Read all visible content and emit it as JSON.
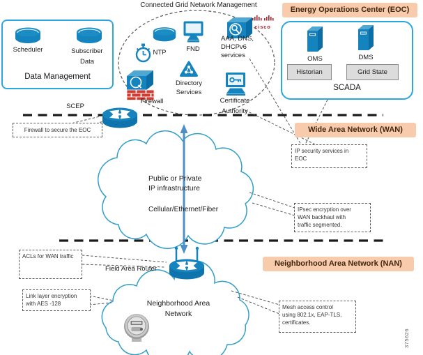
{
  "title": "Connected Grid Network Management",
  "figure": {
    "number": "375626"
  },
  "cisco": {
    "logo_text": "cisco"
  },
  "data_management": {
    "title": "Data Management",
    "scheduler_label": "Scheduler",
    "subscriber_label": "Subscriber\nData"
  },
  "network_management": {
    "ntp_label": "NTP",
    "fnd_label": "FND",
    "aaa_label": "AAA, DNS,\nDHCPv6\nservices",
    "directory_label": "Directory\nServices",
    "firewall_label": "Firewall",
    "certificate_label": "Certificate\nAuthority"
  },
  "eoc": {
    "banner": "Energy Operations Center (EOC)",
    "scada_title": "SCADA",
    "oms_label": "OMS",
    "dms_label": "DMS",
    "historian_label": "Historian",
    "grid_state_label": "Grid State"
  },
  "wan": {
    "banner": "Wide Area Network (WAN)",
    "scep_label": "SCEP",
    "cloud_line1": "Public or Private",
    "cloud_line2": "IP infrastructure",
    "cloud_line3": "Cellular/Ethernet/Fiber"
  },
  "nan": {
    "banner": "Neighborhood Area Network (NAN)",
    "far_label": "Field Area Router",
    "cloud_label": "Neighborhood Area\nNetwork"
  },
  "annotations": {
    "firewall_eoc": "Firewall to secure the EOC",
    "ip_security": "IP security services in\nEOC",
    "ipsec": "IPsec encryption over\nWAN backhaul with\ntraffic segmented.",
    "acls": "ACLs for WAN traffic",
    "link_layer": "Link layer encryption\nwith AES -128",
    "mesh": "Mesh access control\nusing 802.1x, EAP-TLS,\ncertificates."
  },
  "colors": {
    "cisco_blue": "#1583BE",
    "cisco_blue_dark": "#0D6DA6",
    "cisco_blue_light": "#4FA8D2",
    "box_border_blue": "#2BA6DE",
    "banner_bg": "#F8CBAD",
    "banner_text": "#40260F",
    "brick_red": "#D23B2F",
    "cisco_logo_red": "#B0232A",
    "gray_box_bg": "#DCDCDC",
    "arrow_blue": "#4E8FC6"
  }
}
